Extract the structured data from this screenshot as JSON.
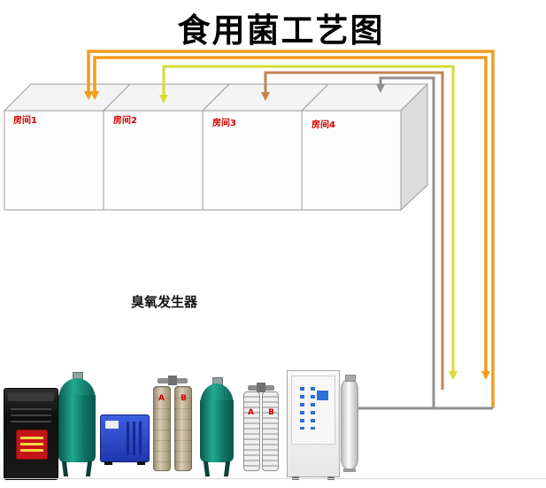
{
  "title": "食用菌工艺图",
  "rooms": [
    {
      "label": "房间1"
    },
    {
      "label": "房间2"
    },
    {
      "label": "房间3"
    },
    {
      "label": "房间4"
    }
  ],
  "labels": {
    "ozone_generator": "臭氧发生器"
  },
  "equipment": {
    "tower_letter_a": "A",
    "tower_letter_b": "B"
  },
  "colors": {
    "pipe_orange": "#F29B1D",
    "pipe_yellow": "#D6DB33",
    "pipe_brown": "#C2854F",
    "pipe_gray": "#8F8F8F",
    "room_label_red": "#D40000"
  }
}
